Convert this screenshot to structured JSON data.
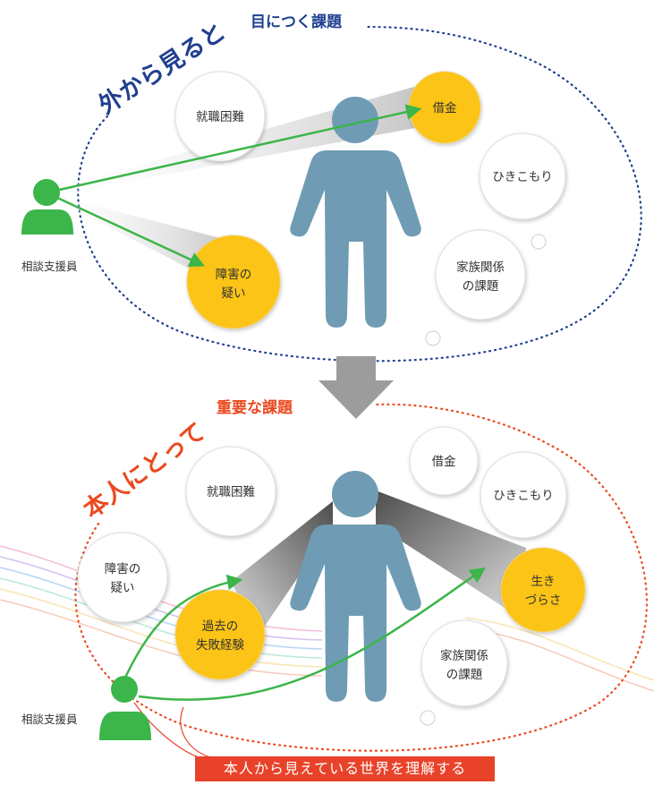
{
  "top": {
    "heading_prefix": "外から見ると",
    "heading_suffix": "目につく課題",
    "staff_label": "相談支援員",
    "bubbles": [
      {
        "line1": "就職困難",
        "line2": ""
      },
      {
        "line1": "借金",
        "line2": ""
      },
      {
        "line1": "ひきこもり",
        "line2": ""
      },
      {
        "line1": "家族関係",
        "line2": "の課題"
      },
      {
        "line1": "障害の",
        "line2": "疑い"
      }
    ]
  },
  "bottom": {
    "heading_prefix": "本人にとって",
    "heading_suffix": "重要な課題",
    "staff_label": "相談支援員",
    "bubbles": [
      {
        "line1": "借金",
        "line2": ""
      },
      {
        "line1": "就職困難",
        "line2": ""
      },
      {
        "line1": "ひきこもり",
        "line2": ""
      },
      {
        "line1": "障害の",
        "line2": "疑い"
      },
      {
        "line1": "生き",
        "line2": "づらさ"
      },
      {
        "line1": "過去の",
        "line2": "失敗経験"
      },
      {
        "line1": "家族関係",
        "line2": "の課題"
      }
    ]
  },
  "banner": "本人から見えている世界を理解する",
  "colors": {
    "highlight": "#fbc419",
    "person": "#6f9cb4",
    "staff": "#3cb54a",
    "arrow": "#3cb54a",
    "top_accent": "#1f3f8f",
    "bottom_accent": "#ea4a1f",
    "banner": "#e8432a"
  }
}
